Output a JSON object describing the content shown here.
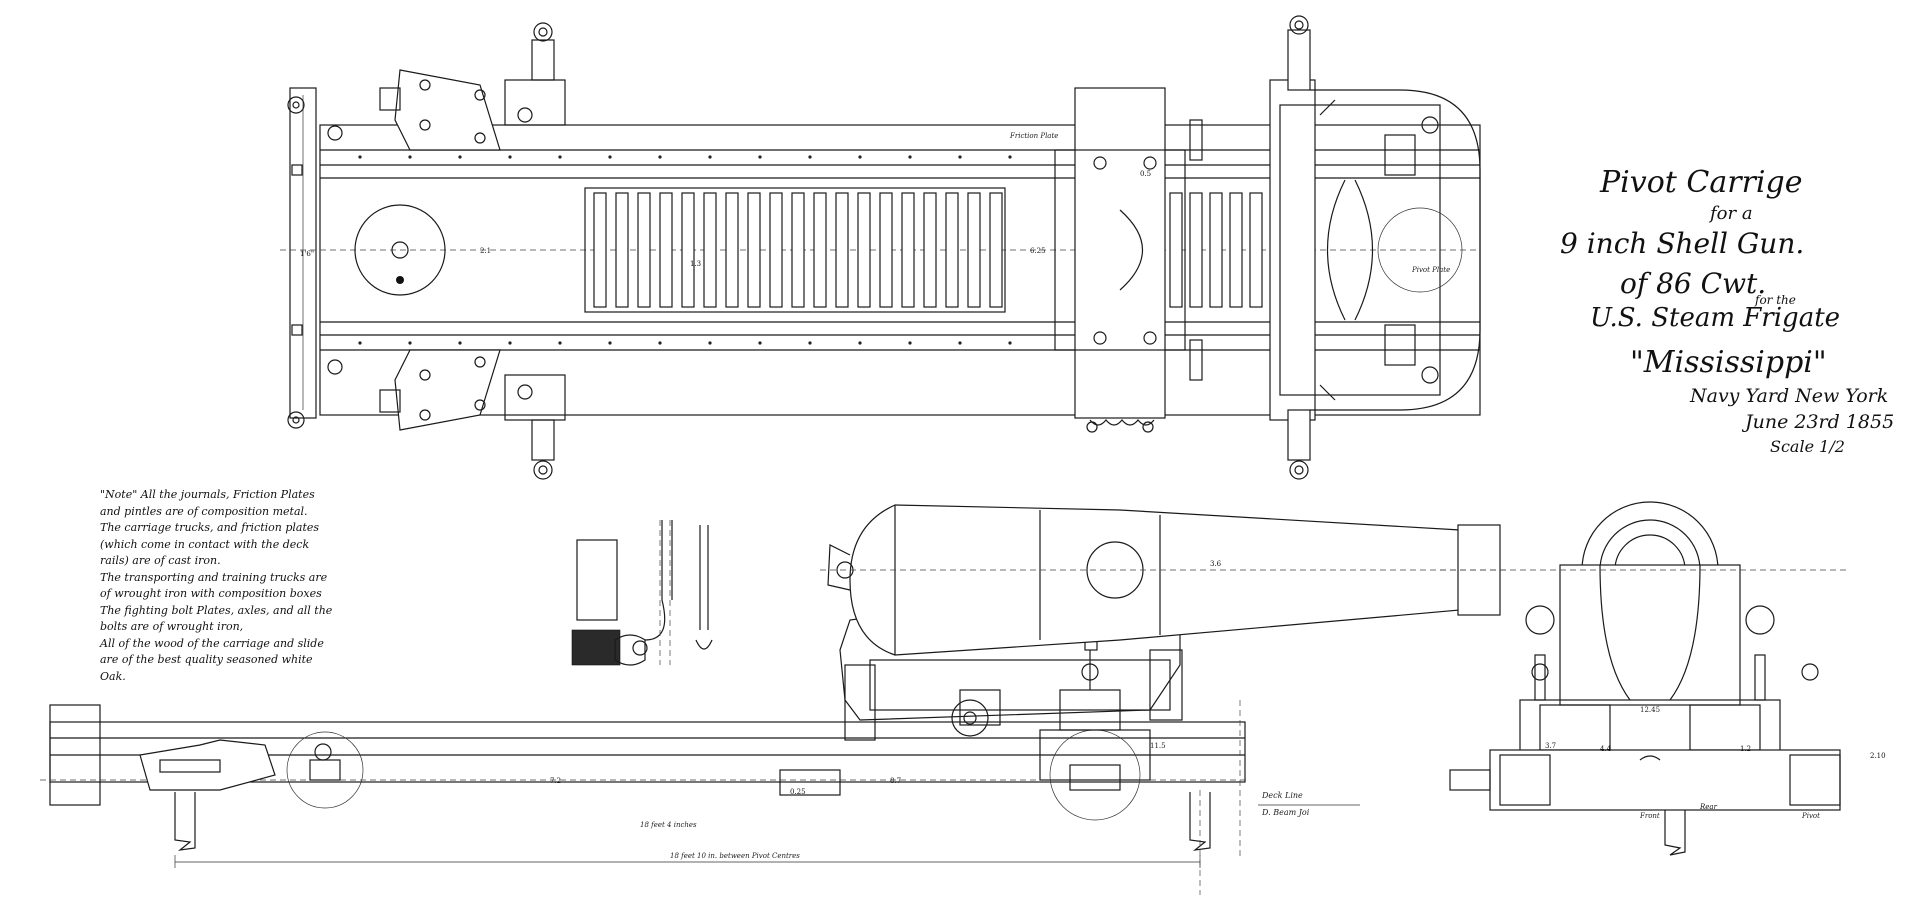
{
  "title": {
    "line1": "Pivot Carrige",
    "line2": "for a",
    "line3": "9 inch Shell Gun.",
    "line4": "of 86 Cwt.",
    "line5_small": "for the",
    "line5": "U.S. Steam Frigate",
    "line6": "\"Mississippi\"",
    "line7": "Navy Yard New York",
    "line8": "June 23rd 1855",
    "line9": "Scale 1/2"
  },
  "note": {
    "lines": [
      "\"Note\" All the journals, Friction Plates",
      "and pintles are of composition metal.",
      "The carriage trucks, and friction plates",
      "(which come in contact with the deck",
      "rails) are of cast iron.",
      "The transporting and training trucks are",
      "of wrought iron with composition boxes",
      "The fighting bolt Plates, axles, and all the",
      "bolts are of wrought iron,",
      "All of the wood of the carriage and slide",
      "are of the best quality seasoned white",
      "Oak."
    ]
  },
  "labels": {
    "friction_plate": "Friction Plate",
    "pivot_plate": "Pivot Plate",
    "deck_line": "Deck Line",
    "deck_line_2": "D. Beam Joi",
    "dim_18ft": "18 feet 4 inches",
    "dim_long": "18 feet 10 in. between Pivot Centres",
    "dim_a": "6.25",
    "dim_b": "1'6\"",
    "dim_c": "2.1",
    "dim_d": "1.3",
    "dim_e": "7.2",
    "dim_f": "8.7",
    "dim_g": "0.25",
    "dim_h": "11.5",
    "dim_i": "12.45",
    "dim_j": "3.7",
    "dim_k": "2.10",
    "dim_l": "Front",
    "dim_m": "Rear",
    "dim_n": "Pivot",
    "dim_o": "4.4",
    "dim_p": "1.2",
    "dim_q": "0.5",
    "dim_r": "3.6"
  }
}
